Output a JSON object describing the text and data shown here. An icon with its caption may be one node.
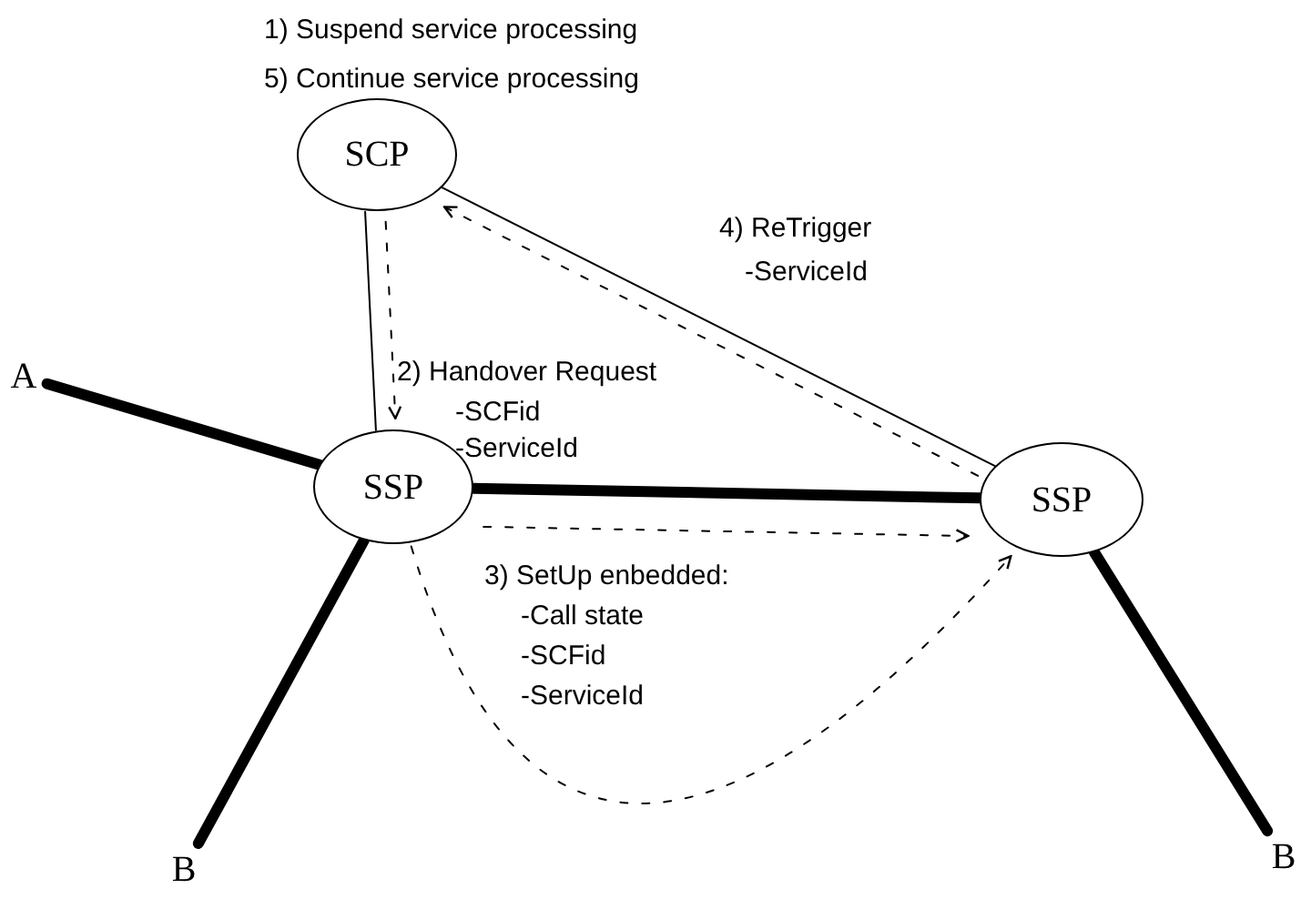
{
  "diagram": {
    "nodes": [
      {
        "text": [
          "SCP"
        ]
      },
      {
        "text": [
          "SSP"
        ]
      },
      {
        "text": [
          "SSP"
        ]
      },
      {
        "text": [
          "A"
        ]
      },
      {
        "text": [
          "B"
        ]
      },
      {
        "text": [
          "B"
        ]
      }
    ],
    "edges": [
      {
        "from": 0,
        "to": 1,
        "arrow": "none"
      },
      {
        "from": 0,
        "to": 1,
        "arrow": "to",
        "style": "dashed"
      },
      {
        "from": 0,
        "to": 2,
        "arrow": "none"
      },
      {
        "from": 2,
        "to": 0,
        "arrow": "to",
        "style": "dashed"
      },
      {
        "from": 3,
        "to": 1,
        "arrow": "none",
        "style": "thick"
      },
      {
        "from": 1,
        "to": 4,
        "arrow": "none",
        "style": "thick"
      },
      {
        "from": 1,
        "to": 2,
        "arrow": "none",
        "style": "thick"
      },
      {
        "from": 1,
        "to": 2,
        "arrow": "to",
        "style": "dashed"
      },
      {
        "from": 1,
        "to": 2,
        "arrow": "to",
        "style": "dashed"
      },
      {
        "from": 2,
        "to": 5,
        "arrow": "none",
        "style": "thick"
      }
    ],
    "labels": [
      "1) Suspend service processing",
      "5) Continue service processing",
      "4) ReTrigger",
      "-ServiceId",
      "2) Handover Request",
      "-SCFid",
      "-ServiceId",
      "3) SetUp enbedded:",
      "-Call state",
      "-SCFid",
      "-ServiceId"
    ]
  }
}
